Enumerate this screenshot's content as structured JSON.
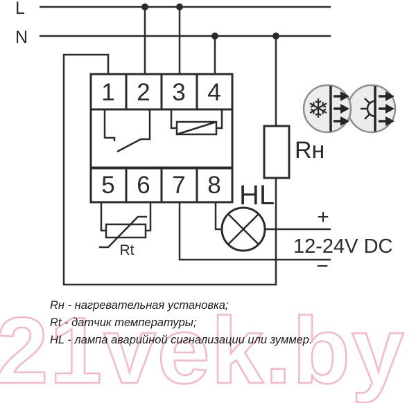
{
  "power": {
    "line_live_label": "L",
    "line_neutral_label": "N"
  },
  "device": {
    "top_terminals": [
      "1",
      "2",
      "3",
      "4"
    ],
    "bottom_terminals": [
      "5",
      "6",
      "7",
      "8"
    ]
  },
  "components": {
    "heater_label": "Rн",
    "sensor_label": "Rt",
    "lamp_label": "HL",
    "supply_plus": "+",
    "supply_minus": "−",
    "supply_voltage": "12-24V DC"
  },
  "icons": {
    "frost": {
      "name": "snowflake-heat-transfer-icon",
      "glyph": "❄"
    },
    "heat": {
      "name": "sun-heat-transfer-icon"
    }
  },
  "legend": {
    "items": [
      "Rн - нагревательная установка;",
      "Rt - датчик температуры;",
      "HL - лампа аварийной сигнализации или зуммер."
    ]
  },
  "watermark": "21vek.by",
  "colors": {
    "line": "#2b2b2b",
    "terminal_text": "#3a3a3a",
    "icon_fill": "#ececec",
    "icon_border": "#8f8f8f",
    "watermark_pink": "#f6b7c7",
    "legend_text": "#1c1c1c",
    "background": "#ffffff"
  }
}
